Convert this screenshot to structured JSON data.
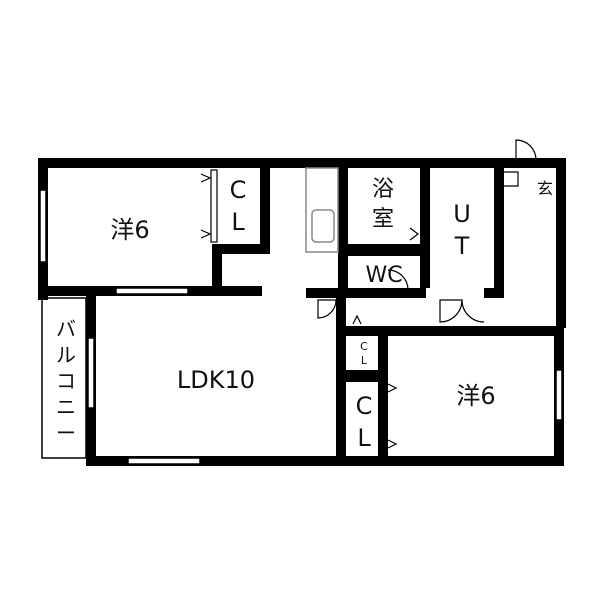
{
  "rooms": {
    "western_left": "洋6",
    "cl_left_c": "C",
    "cl_left_l": "L",
    "bath_1": "浴",
    "bath_2": "室",
    "ut_u": "U",
    "ut_t": "T",
    "wc": "WC",
    "entrance": "玄",
    "balcony": [
      "バ",
      "ル",
      "コ",
      "ニ",
      "ー"
    ],
    "ldk": "LDK10",
    "small_cl_c": "C",
    "small_cl_l": "L",
    "cl_mid_c": "C",
    "cl_mid_l": "L",
    "western_right": "洋6"
  },
  "colors": {
    "wall": "#000000",
    "background": "#ffffff",
    "fixture": "#888888"
  }
}
